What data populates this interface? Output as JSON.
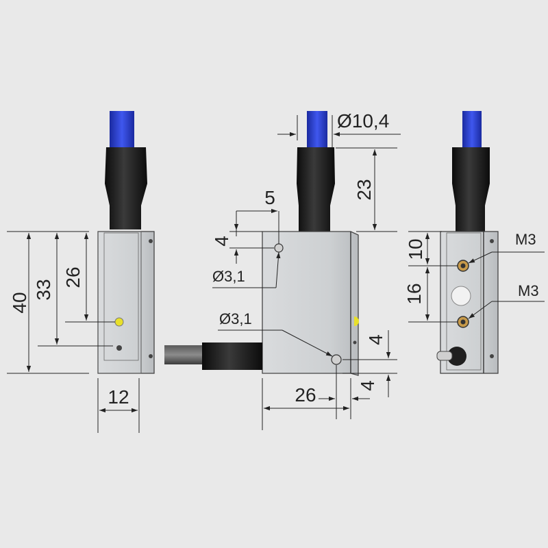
{
  "dimensions": {
    "side_height_40": "40",
    "side_height_33": "33",
    "side_height_26": "26",
    "side_width_12": "12",
    "front_offset_5": "5",
    "front_offset_4": "4",
    "hole_top_dia": "Ø3,1",
    "hole_bottom_dia": "Ø3,1",
    "cable_dia": "Ø10,4",
    "connector_height_23": "23",
    "front_width_26": "26",
    "front_bottom_4a": "4",
    "front_bottom_4b": "4",
    "rear_spacing_10": "10",
    "rear_spacing_16": "16",
    "thread_top": "M3",
    "thread_bottom": "M3"
  },
  "colors": {
    "background": "#e9e9e9",
    "cable_blue": "#2a3fd0",
    "housing_grey": "#cfd1d3",
    "connector_black": "#1b1b1b",
    "led_yellow": "#e8e02a"
  }
}
